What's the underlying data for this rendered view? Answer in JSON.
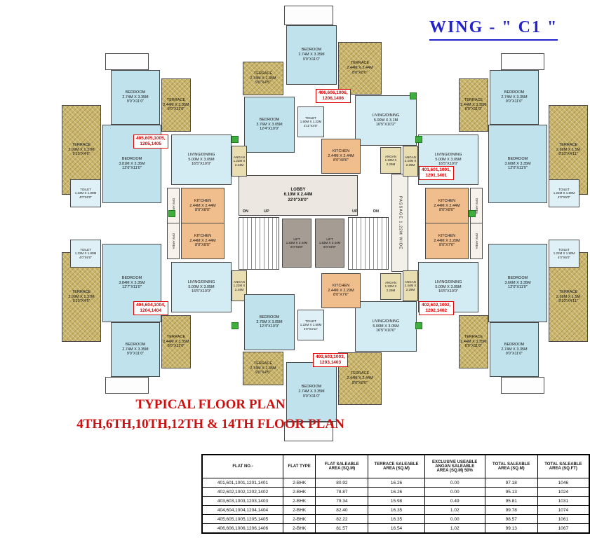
{
  "title": "WING - \" C1 \"",
  "caption": {
    "line1": "TYPICAL FLOOR PLAN",
    "line2": "4TH,6TH,10TH,12TH & 14TH FLOOR PLAN"
  },
  "colors": {
    "title_blue": "#2323cc",
    "caption_red": "#cc1111",
    "tag_red": "#dd0000",
    "terrace_tan": "#c9b46a",
    "bedroom_blue": "#bfe2ed",
    "kitchen_peach": "#f0bd8d",
    "wall_gray": "#4a4a4a",
    "marker_green": "#3fae3f"
  },
  "labels": {
    "dry": "DRY AREA"
  },
  "core": {
    "lobby": "LOBBY\n6.10M X 2.44M\n22'0\"X8'0\"",
    "lift": "LIFT\n1.83M X 2.44M\n6'0\"X8'0\"",
    "passage": "PASSAGE 1.22M WIDE",
    "up": "UP",
    "dn": "DN"
  },
  "flats": {
    "f405": {
      "tag": "405,605,1005,\n1205,1405",
      "rooms": {
        "terrace_a": "TERRACE\n2.99M X 1.37M\n9'10\"X4'6\"",
        "bedroom_a": "BEDROOM\n3.81M X 3.35M\n12'6\"X11'0\"",
        "bedroom_b": "BEDROOM\n2.74M X 3.35M\n9'0\"X11'0\"",
        "terrace_b": "TERRACE\n2.44M X 3.35M\n8'0\"X11'0\"",
        "living": "LIVING/DINING\n5.00M X 3.05M\n16'5\"X10'0\"",
        "kitchen": "KITCHEN\n2.44M X 2.44M\n8'0\"X8'0\"",
        "toilet": "TOILET\n1.22M X 1.80M\n4'0\"X6'0\"",
        "angan": "ANGAN\n1.22M X 2.44M"
      }
    },
    "f406": {
      "tag": "406,606,1006,\n1206,1406",
      "rooms": {
        "bedroom_a": "BEDROOM\n2.74M X 3.35M\n9'0\"X11'0\"",
        "terrace_l": "TERRACE\n2.74M X 1.35M\n9'0\"X4'5\"",
        "terrace_r": "TERRACE\n2.44M X 2.44M\n8'0\"X8'0\"",
        "bedroom_b": "BEDROOM\n3.76M X 3.05M\n12'4\"X10'0\"",
        "living": "LIVING/DINING\n5.00M X 3.1M\n16'5\"X10'2\"",
        "kitchen": "KITCHEN\n2.44M X 2.44M\n8'0\"X8'0\"",
        "toilet": "TOILET\n1.50M X 1.22M\n4'11\"X4'0\"",
        "angan": "ANGAN\n1.22M X 2.29M"
      }
    },
    "f401": {
      "tag": "401,601,1001,\n1201,1401",
      "rooms": {
        "terrace_a": "TERRACE\n2.69M X 1.5M\n8'10\"X4'11\"",
        "bedroom_a": "BEDROOM\n3.60M X 3.35M\n12'0\"X11'0\"",
        "bedroom_b": "BEDROOM\n2.74M X 3.35M\n9'0\"X11'0\"",
        "terrace_b": "TERRACE\n2.44M X 3.35M\n8'0\"X11'0\"",
        "living": "LIVING/DINING\n5.00M X 3.05M\n16'5\"X10'0\"",
        "kitchen": "KITCHEN\n2.44M X 2.44M\n8'0\"X8'0\"",
        "toilet": "TOILET\n1.22M X 1.80M\n4'0\"X6'0\"",
        "angan": "ANGAN\n2.44M X 2.29M"
      }
    },
    "f404": {
      "tag": "404,604,1004,\n1204,1404",
      "rooms": {
        "terrace_a": "TERRACE\n2.99M X 1.37M\n9'10\"X4'6\"",
        "bedroom_a": "BEDROOM\n3.84M X 3.35M\n12'7\"X11'0\"",
        "bedroom_b": "BEDROOM\n2.74M X 3.35M\n9'0\"X11'0\"",
        "terrace_b": "TERRACE\n2.44M X 3.35M\n8'0\"X11'0\"",
        "living": "LIVING/DINING\n5.00M X 3.05M\n16'5\"X10'0\"",
        "kitchen": "KITCHEN\n2.44M X 2.44M\n8'0\"X8'0\"",
        "toilet": "TOILET\n1.22M X 1.80M\n4'0\"X6'0\"",
        "angan": "ANGAN\n1.22M X 2.44M"
      }
    },
    "f402": {
      "tag": "402,602,1002,\n1202,1402",
      "rooms": {
        "terrace_a": "TERRACE\n2.69M X 1.5M\n8'10\"X4'11\"",
        "bedroom_a": "BEDROOM\n3.66M X 3.35M\n12'0\"X11'0\"",
        "bedroom_b": "BEDROOM\n2.74M X 3.35M\n9'0\"X11'0\"",
        "terrace_b": "TERRACE\n2.44M X 3.35M\n8'0\"X11'0\"",
        "living": "LIVING/DINING\n5.00M X 3.05M\n16'5\"X10'0\"",
        "kitchen": "KITCHEN\n2.44M X 2.29M\n8'0\"X7'6\"",
        "toilet": "TOILET\n1.22M X 1.80M\n4'0\"X6'0\"",
        "angan": "ANGAN\n2.44M X 2.29M"
      }
    },
    "f403": {
      "tag": "403,603,1003,\n1203,1403",
      "rooms": {
        "bedroom_a": "BEDROOM\n2.74M X 3.35M\n9'0\"X11'0\"",
        "terrace_l": "TERRACE\n2.74M X 1.35M\n9'0\"X4'5\"",
        "terrace_r": "TERRACE\n2.44M X 2.44M\n8'0\"X8'0\"",
        "bedroom_b": "BEDROOM\n3.76M X 3.05M\n12'4\"X10'0\"",
        "living": "LIVING/DINING\n5.00M X 3.05M\n16'5\"X10'0\"",
        "kitchen": "KITCHEN\n2.44M X 2.29M\n8'0\"X7'6\"",
        "toilet": "TOILET\n1.22M X 1.50M\n4'0\"X4'11\"",
        "angan": "ANGAN\n1.22M X 2.29M"
      }
    }
  },
  "table": {
    "headers": [
      "FLAT NO.-",
      "FLAT TYPE",
      "FLAT SALEABLE\nAREA (SQ.M)",
      "TERRACE SALEABLE\nAREA (SQ.M)",
      "EXCLUSIVE USEABLE\nANGAN SALEABLE\nAREA (SQ.M) 50%",
      "TOTAL SALEABLE\nAREA (SQ.M)",
      "TOTAL SALEABLE\nAREA (SQ.FT)"
    ],
    "rows": [
      [
        "401,601,1001,1201,1401",
        "2-BHK",
        "80.92",
        "16.26",
        "0.00",
        "97.18",
        "1046"
      ],
      [
        "402,602,1002,1202,1402",
        "2-BHK",
        "78.87",
        "16.26",
        "0.00",
        "95.13",
        "1024"
      ],
      [
        "403,603,1003,1203,1403",
        "2-BHK",
        "79.34",
        "15.98",
        "0.49",
        "95.81",
        "1031"
      ],
      [
        "404,604,1004,1204,1404",
        "2-BHK",
        "82.40",
        "16.35",
        "1.02",
        "99.78",
        "1074"
      ],
      [
        "405,605,1005,1205,1405",
        "2-BHK",
        "82.22",
        "16.35",
        "0.00",
        "98.57",
        "1061"
      ],
      [
        "406,606,1006,1206,1406",
        "2-BHK",
        "81.57",
        "16.54",
        "1.02",
        "99.13",
        "1067"
      ]
    ]
  }
}
